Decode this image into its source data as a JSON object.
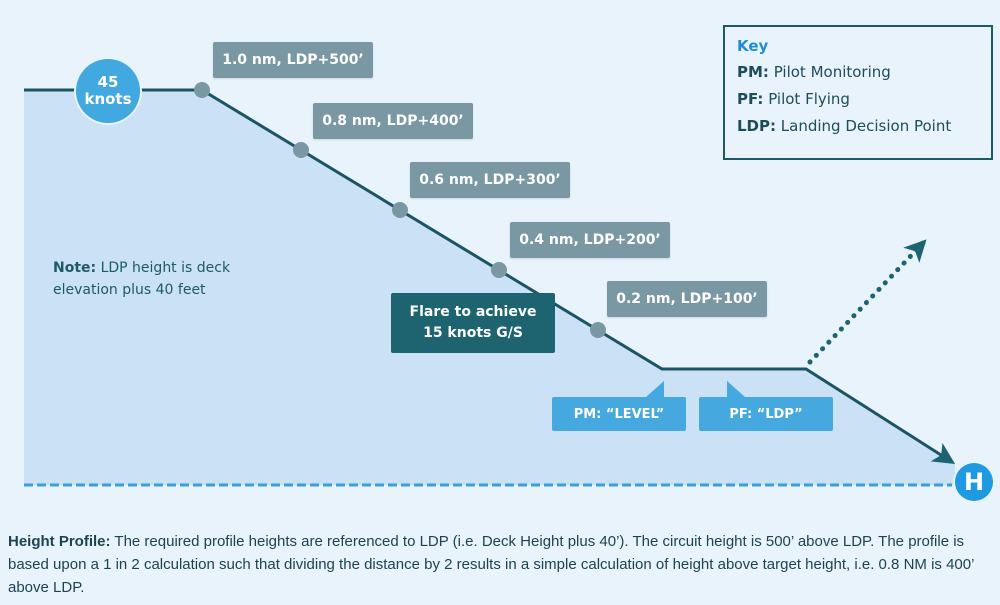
{
  "speed": {
    "value": "45",
    "unit": "knots"
  },
  "distance_labels": [
    {
      "text": "1.0 nm, LDP+500’",
      "distance_nm": 1.0,
      "height_above_ldp_ft": 500
    },
    {
      "text": "0.8 nm, LDP+400’",
      "distance_nm": 0.8,
      "height_above_ldp_ft": 400
    },
    {
      "text": "0.6 nm, LDP+300’",
      "distance_nm": 0.6,
      "height_above_ldp_ft": 300
    },
    {
      "text": "0.4 nm, LDP+200’",
      "distance_nm": 0.4,
      "height_above_ldp_ft": 200
    },
    {
      "text": "0.2 nm, LDP+100’",
      "distance_nm": 0.2,
      "height_above_ldp_ft": 100
    }
  ],
  "key": {
    "title": "Key",
    "items": [
      {
        "abbr": "PM:",
        "meaning": "Pilot Monitoring"
      },
      {
        "abbr": "PF:",
        "meaning": "Pilot Flying"
      },
      {
        "abbr": "LDP:",
        "meaning": "Landing Decision Point"
      }
    ]
  },
  "note": {
    "label": "Note:",
    "line1": "LDP height is deck",
    "line2": "elevation plus 40 feet"
  },
  "flare": {
    "line1": "Flare to achieve",
    "line2": "15 knots G/S"
  },
  "callouts": {
    "pm": "PM: “LEVEL”",
    "pf": "PF: “LDP”"
  },
  "helipad_symbol": "H",
  "caption": {
    "label": "Height Profile:",
    "text": " The required profile heights are referenced to LDP (i.e. Deck Height plus 40’). The circuit height is 500’ above LDP. The profile is based upon a 1 in 2 calculation such that dividing the distance by 2 results in a simple calculation of height above target height, i.e. 0.8 NM is 400’ above LDP."
  },
  "colors": {
    "background": "#e8f3fc",
    "profile_fill": "#cbe1f6",
    "profile_line": "#1b5561",
    "waypoint": "#7a98a4",
    "accent_blue": "#45a9e0",
    "dark_teal": "#1e6470"
  }
}
